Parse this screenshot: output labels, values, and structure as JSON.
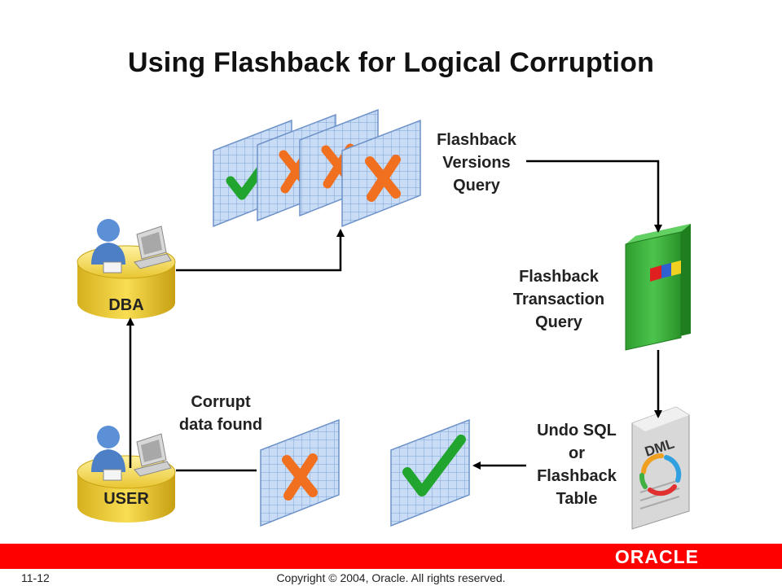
{
  "title": "Using Flashback for Logical Corruption",
  "labels": {
    "versions_query": [
      "Flashback",
      "Versions",
      "Query"
    ],
    "transaction_query": [
      "Flashback",
      "Transaction",
      "Query"
    ],
    "undo": [
      "Undo SQL",
      "or",
      "Flashback",
      "Table"
    ],
    "corrupt": [
      "Corrupt",
      "data found"
    ]
  },
  "actors": {
    "dba": "DBA",
    "user": "USER"
  },
  "book_label": "DML",
  "footer": {
    "page": "11-12",
    "copyright": "Copyright © 2004, Oracle.  All rights reserved.",
    "logo": "ORACLE"
  },
  "colors": {
    "grid": "#a9c6ee",
    "check": "#22a52e",
    "cross": "#f07020",
    "cylinder": "#f3d64a",
    "book": "#3bb43b",
    "brand": "#ff0000"
  }
}
